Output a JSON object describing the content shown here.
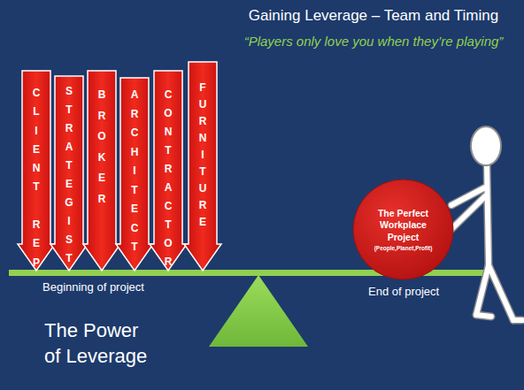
{
  "diagram": {
    "title": "Gaining Leverage – Team and Timing",
    "nodes": [
      {
        "text": [
          "CLIENT REP"
        ]
      },
      {
        "text": [
          "STRATEGIST"
        ]
      },
      {
        "text": [
          "BROKER"
        ]
      },
      {
        "text": [
          "ARCHITECT"
        ]
      },
      {
        "text": [
          "CONTRACTOR"
        ]
      },
      {
        "text": [
          "FURNITURE"
        ]
      },
      {
        "text": [
          "The Perfect Workplace Project",
          "(People,Planet,Profit)"
        ]
      }
    ],
    "labels": [
      "“Players only love you when they’re playing”",
      "Beginning of project",
      "End of project",
      "The Power of Leverage"
    ]
  }
}
